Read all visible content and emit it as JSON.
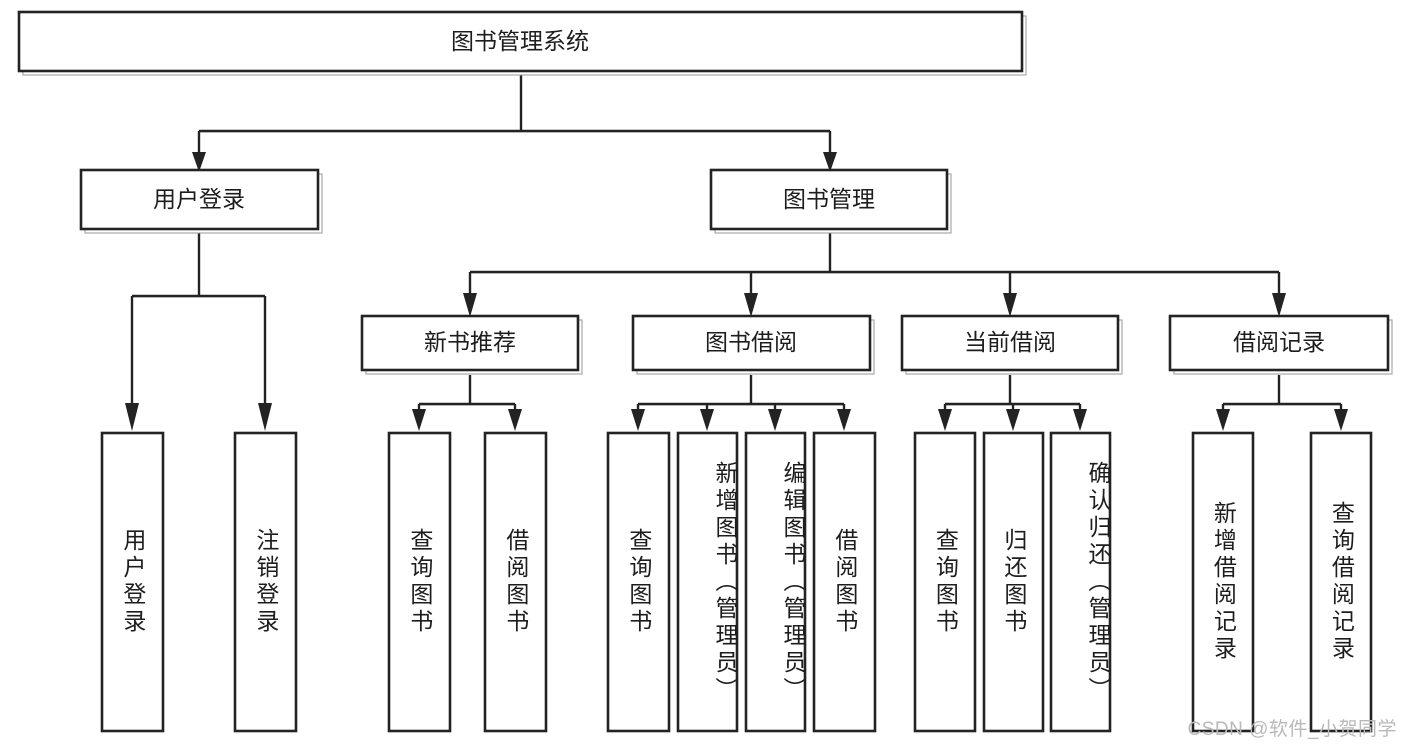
{
  "diagram": {
    "title": "图书管理系统",
    "type": "tree-hierarchy-chart",
    "watermark": "CSDN @软件_小贺同学",
    "colors": {
      "box_stroke": "#232323",
      "box_fill": "#ffffff",
      "connector": "#232323",
      "text": "#1d1d1d",
      "watermark": "#b9b9b9",
      "background": "#ffffff"
    },
    "root": {
      "label": "图书管理系统",
      "level": 1
    },
    "level2": [
      {
        "label": "用户登录",
        "level": 2
      },
      {
        "label": "图书管理",
        "level": 2
      }
    ],
    "level3": [
      {
        "label": "新书推荐",
        "level": 3,
        "parent": "图书管理"
      },
      {
        "label": "图书借阅",
        "level": 3,
        "parent": "图书管理"
      },
      {
        "label": "当前借阅",
        "level": 3,
        "parent": "图书管理"
      },
      {
        "label": "借阅记录",
        "level": 3,
        "parent": "图书管理"
      }
    ],
    "leaves": [
      {
        "label": "用户登录",
        "parent": "用户登录",
        "orientation": "vertical"
      },
      {
        "label": "注销登录",
        "parent": "用户登录",
        "orientation": "vertical"
      },
      {
        "label": "查询图书",
        "parent": "新书推荐",
        "orientation": "vertical"
      },
      {
        "label": "借阅图书",
        "parent": "新书推荐",
        "orientation": "vertical"
      },
      {
        "label": "查询图书",
        "parent": "图书借阅",
        "orientation": "vertical"
      },
      {
        "label": "新增图书（管理员）",
        "parent": "图书借阅",
        "orientation": "vertical"
      },
      {
        "label": "编辑图书（管理员）",
        "parent": "图书借阅",
        "orientation": "vertical"
      },
      {
        "label": "借阅图书",
        "parent": "图书借阅",
        "orientation": "vertical"
      },
      {
        "label": "查询图书",
        "parent": "当前借阅",
        "orientation": "vertical"
      },
      {
        "label": "归还图书",
        "parent": "当前借阅",
        "orientation": "vertical"
      },
      {
        "label": "确认归还（管理员）",
        "parent": "当前借阅",
        "orientation": "vertical"
      },
      {
        "label": "新增借阅记录",
        "parent": "借阅记录",
        "orientation": "vertical"
      },
      {
        "label": "查询借阅记录",
        "parent": "借阅记录",
        "orientation": "vertical"
      }
    ]
  }
}
